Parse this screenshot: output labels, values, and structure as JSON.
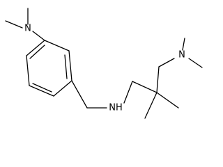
{
  "diagram": {
    "type": "skeletal-structure",
    "atoms": {
      "n_aryl": "N",
      "n_amine": "NH",
      "n_terminal": "N"
    }
  }
}
